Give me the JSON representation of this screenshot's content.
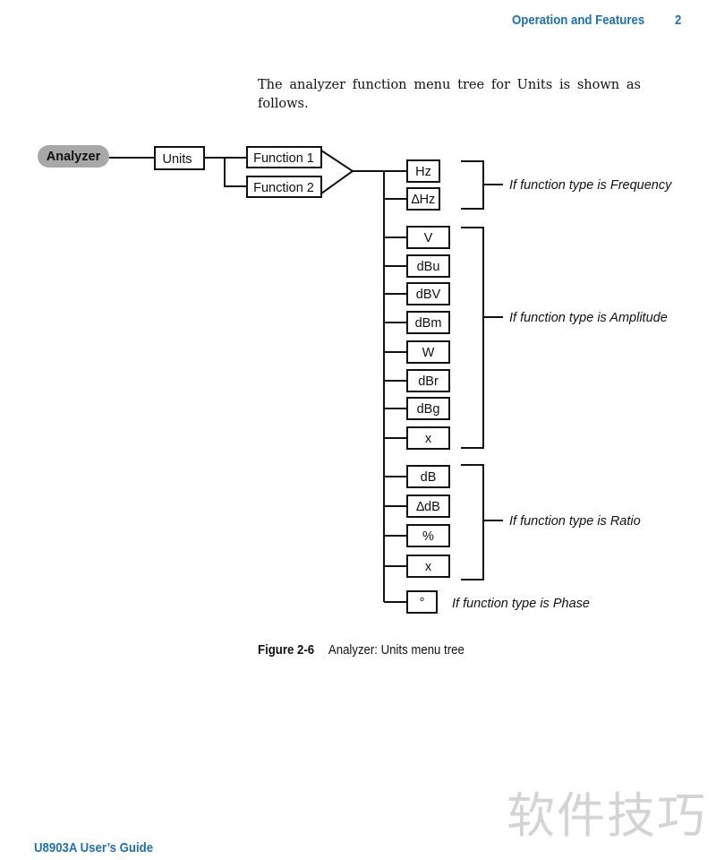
{
  "header": {
    "section": "Operation and Features",
    "chapter": "2"
  },
  "intro": "The analyzer function menu tree for Units is shown as follows.",
  "diagram": {
    "root": "Analyzer",
    "menu": "Units",
    "functions": [
      "Function 1",
      "Function 2"
    ],
    "frequency_units": [
      "Hz",
      "∆Hz"
    ],
    "amplitude_units": [
      "V",
      "dBu",
      "dBV",
      "dBm",
      "W",
      "dBr",
      "dBg",
      "x"
    ],
    "ratio_units": [
      "dB",
      "∆dB",
      "%",
      "x"
    ],
    "phase_units": [
      "°"
    ],
    "labels": {
      "frequency": "If function type is Frequency",
      "amplitude": "If function type is Amplitude",
      "ratio": "If function type is Ratio",
      "phase": "If function type is Phase"
    }
  },
  "caption": {
    "number": "Figure 2-6",
    "text": "Analyzer: Units menu tree"
  },
  "footer": "U8903A User’s Guide",
  "watermark": "软件技巧"
}
